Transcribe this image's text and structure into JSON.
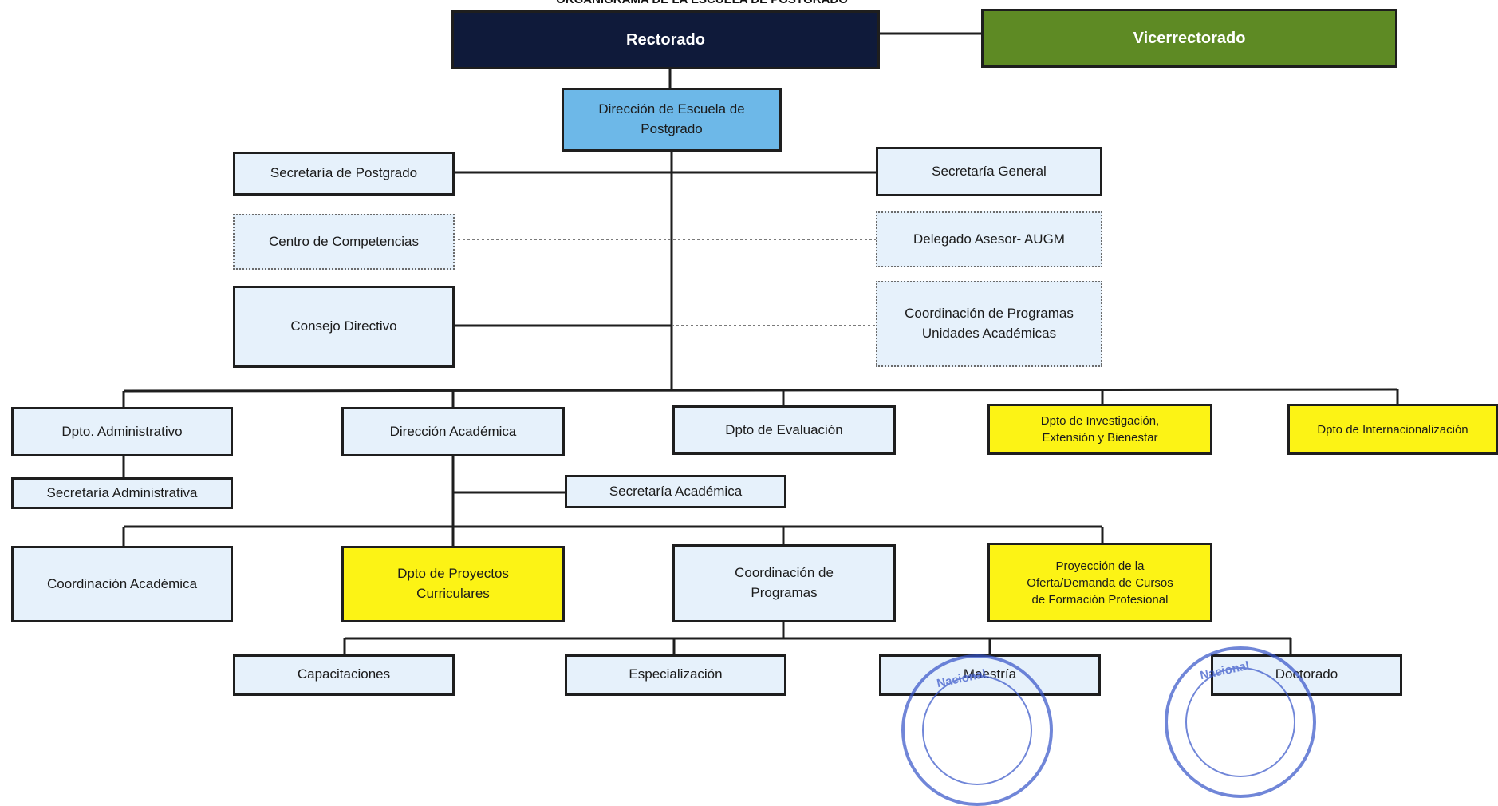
{
  "title": "ORGANIGRAMA DE LA ESCUELA DE POSTGRADO",
  "nodes": {
    "rectorado": "Rectorado",
    "vicerrectorado": "Vicerrectorado",
    "direccion_escuela": "Dirección de Escuela de\nPostgrado",
    "secretaria_postgrado": "Secretaría de Postgrado",
    "secretaria_general": "Secretaría General",
    "centro_competencias": "Centro de Competencias",
    "delegado_asesor": "Delegado Asesor- AUGM",
    "consejo_directivo": "Consejo Directivo",
    "coordinacion_programas_ua": "Coordinación de Programas\nUnidades Académicas",
    "dpto_administrativo": "Dpto. Administrativo",
    "direccion_academica": "Dirección Académica",
    "dpto_evaluacion": "Dpto de Evaluación",
    "dpto_investigacion": "Dpto de Investigación,\nExtensión y Bienestar",
    "dpto_internacionalizacion": "Dpto de Internacionalización",
    "secretaria_administrativa": "Secretaría Administrativa",
    "secretaria_academica": "Secretaría Académica",
    "coordinacion_academica": "Coordinación Académica",
    "dpto_proyectos": "Dpto de Proyectos\nCurriculares",
    "coordinacion_programas": "Coordinación de\nProgramas",
    "proyeccion_oferta": "Proyección de la\nOferta/Demanda de Cursos\nde Formación Profesional",
    "capacitaciones": "Capacitaciones",
    "especializacion": "Especialización",
    "maestria": "Maestría",
    "doctorado": "Doctorado"
  },
  "stamps": [
    "Nacional",
    "Nacional"
  ],
  "colors": {
    "navy": "#0f1a3a",
    "olive": "#5e8a24",
    "light_blue": "#e6f1fb",
    "mid_blue": "#6db8e8",
    "yellow": "#fcf315",
    "stamp_blue": "#3553c8"
  }
}
